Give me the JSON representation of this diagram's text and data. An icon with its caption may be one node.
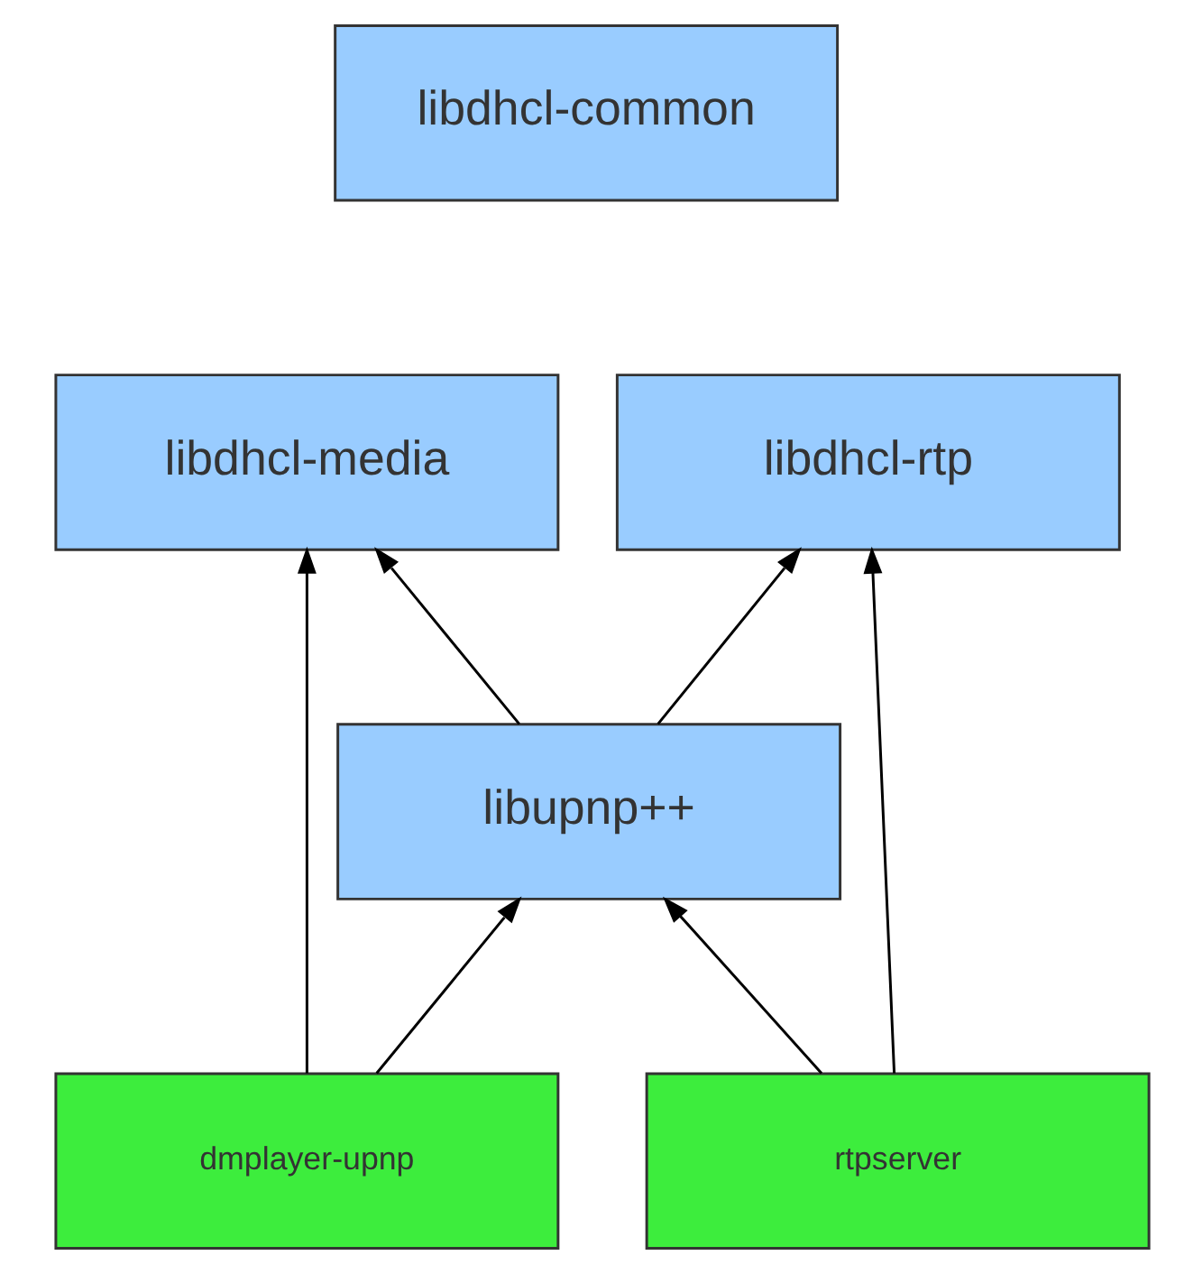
{
  "diagram": {
    "nodes": [
      {
        "text": [
          "libdhcl-common"
        ]
      },
      {
        "text": [
          "libdhcl-rtp"
        ]
      },
      {
        "text": [
          "libdhcl-media"
        ]
      },
      {
        "text": [
          "libupnp++"
        ]
      },
      {
        "text": [
          "rtpserver"
        ]
      },
      {
        "text": [
          "dmplayer-upnp"
        ]
      }
    ],
    "edges": [
      {
        "from": 4,
        "to": 1,
        "arrow": "to"
      },
      {
        "from": 4,
        "to": 3,
        "arrow": "to"
      },
      {
        "from": 3,
        "to": 1,
        "arrow": "to"
      },
      {
        "from": 3,
        "to": 2,
        "arrow": "to"
      },
      {
        "from": 5,
        "to": 3,
        "arrow": "to"
      },
      {
        "from": 5,
        "to": 2,
        "arrow": "to"
      }
    ]
  }
}
